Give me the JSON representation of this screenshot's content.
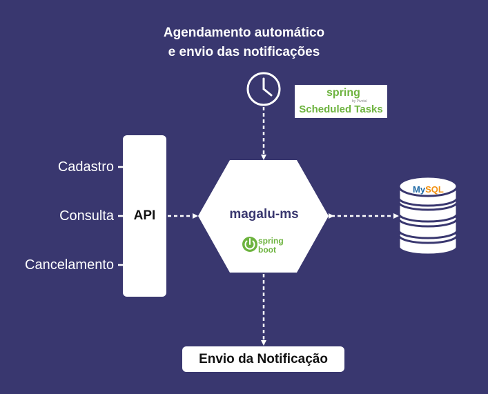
{
  "title_line1": "Agendamento automático",
  "title_line2": "e envio das notificações",
  "api": {
    "label": "API",
    "operations": [
      "Cadastro",
      "Consulta",
      "Cancelamento"
    ]
  },
  "service": {
    "name": "magalu-ms",
    "framework_logo": {
      "line1": "spring",
      "line2": "boot"
    }
  },
  "scheduler_badge": {
    "brand": "spring",
    "small": "by Pivotal",
    "label": "Scheduled Tasks"
  },
  "database": {
    "logo_text_a": "My",
    "logo_text_b": "SQL"
  },
  "output": {
    "label": "Envio da Notificação"
  },
  "icons": {
    "clock": "clock-icon",
    "database": "database-icon",
    "power": "power-icon",
    "leaf": "leaf-icon"
  },
  "colors": {
    "background": "#39376f",
    "spring_green": "#6db33f",
    "white": "#ffffff",
    "mysql_blue": "#1f6aa5",
    "mysql_orange": "#f29111"
  }
}
